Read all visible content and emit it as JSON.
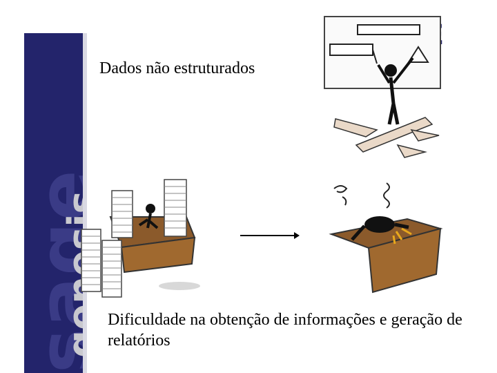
{
  "slide": {
    "top_text": "Dados não estruturados",
    "bottom_text": "Dificuldade na obtenção de informações e geração de relatórios"
  },
  "branding": {
    "sidebar_large_word": "sage",
    "sidebar_small_word": "genesis",
    "corner_word_visible": "GE",
    "colors": {
      "navy": "#23246b",
      "gray": "#c9c9cf",
      "desk_brown": "#8b5a2b"
    }
  },
  "illustrations": {
    "top_right": "person-presenting-with-chart-icon",
    "bottom_left": "person-at-desk-with-paper-stacks-icon",
    "bottom_right": "frustrated-person-on-desk-icon",
    "connector": "arrow-right-icon"
  }
}
